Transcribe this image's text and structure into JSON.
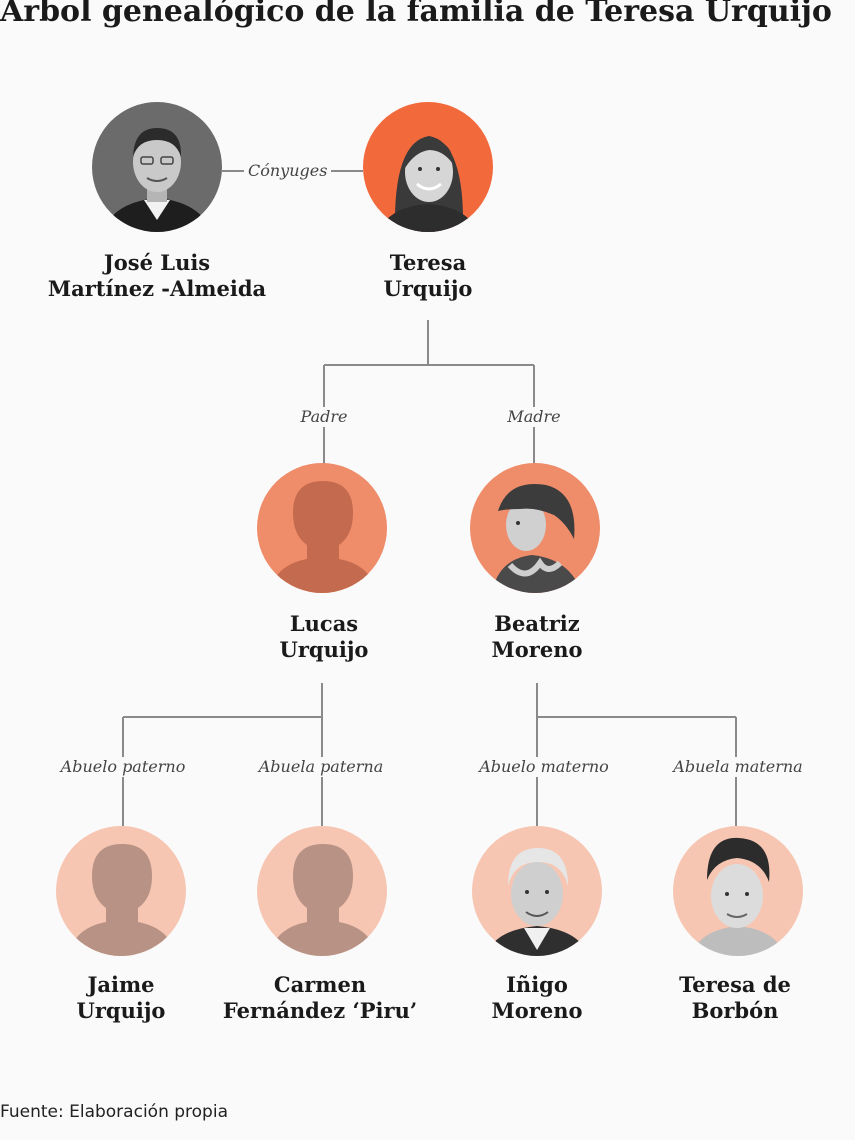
{
  "title": "Árbol genealógico de la familia de Teresa Urquijo",
  "source": "Fuente: Elaboración propia",
  "colors": {
    "accent": "#f26a3c",
    "parent_circle": "#ef8c6a",
    "grandparent_circle": "#f7c6b2",
    "line": "#8a8a8a"
  },
  "couple": {
    "relation": "Cónyuges",
    "husband": {
      "line1": "José Luis",
      "line2": "Martínez -Almeida"
    },
    "wife": {
      "line1": "Teresa",
      "line2": "Urquijo"
    }
  },
  "parents": [
    {
      "relation": "Padre",
      "line1": "Lucas",
      "line2": "Urquijo"
    },
    {
      "relation": "Madre",
      "line1": "Beatriz",
      "line2": "Moreno"
    }
  ],
  "grandparents": [
    {
      "relation": "Abuelo paterno",
      "line1": "Jaime",
      "line2": "Urquijo"
    },
    {
      "relation": "Abuela paterna",
      "line1": "Carmen",
      "line2": "Fernández ‘Piru’"
    },
    {
      "relation": "Abuelo materno",
      "line1": "Iñigo",
      "line2": "Moreno"
    },
    {
      "relation": "Abuela materna",
      "line1": "Teresa de",
      "line2": "Borbón"
    }
  ]
}
